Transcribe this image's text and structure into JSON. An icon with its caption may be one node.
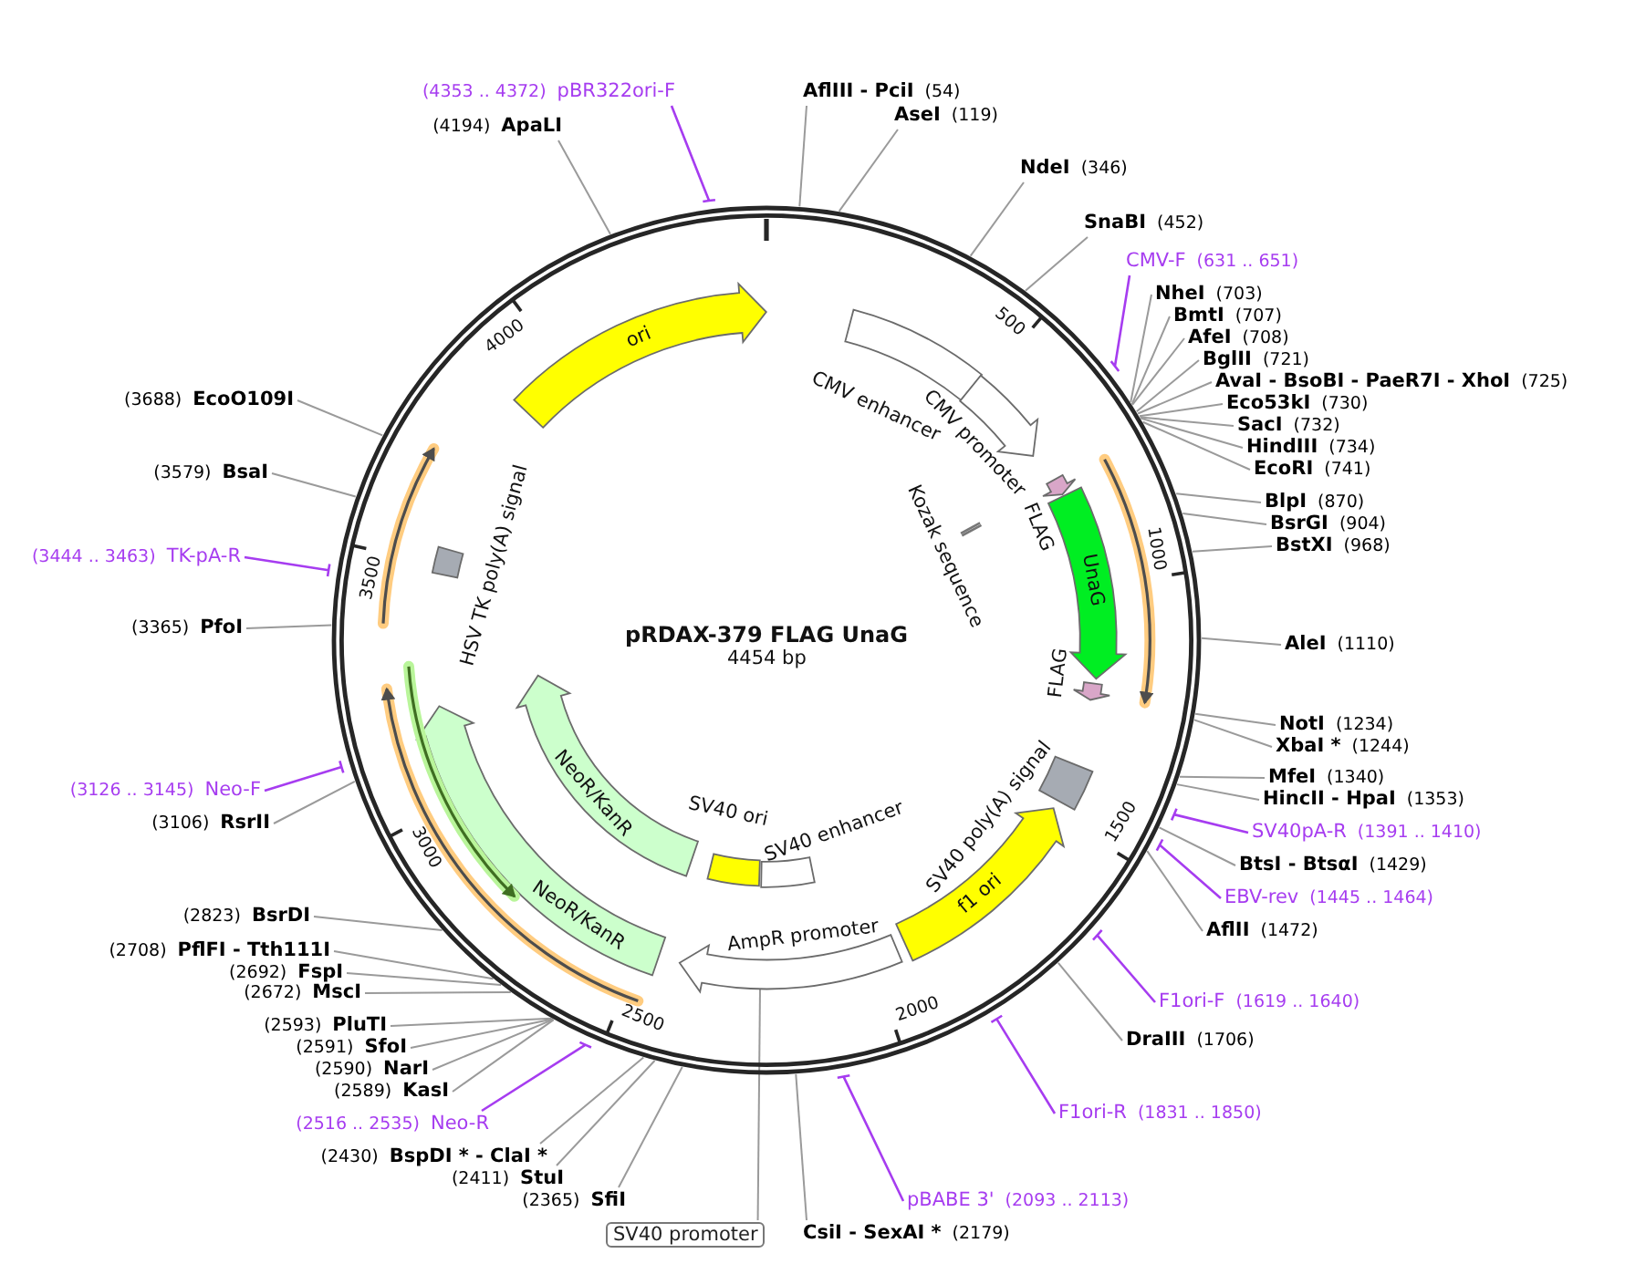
{
  "diagram": {
    "title": "pRDAX-379 FLAG UnaG",
    "nodes": [
      {
        "text": [
          "(4353 .. 4372)",
          "pBR322ori-F"
        ]
      },
      {
        "text": [
          "(4194)",
          "ApaLI"
        ]
      },
      {
        "text": [
          "AflIII - PciI",
          "(54)"
        ]
      },
      {
        "text": [
          "AseI",
          "(119)"
        ]
      },
      {
        "text": [
          "NdeI",
          "(346)"
        ]
      },
      {
        "text": [
          "SnaBI",
          "(452)"
        ]
      },
      {
        "text": [
          "CMV-F",
          "(631 .. 651)"
        ]
      },
      {
        "text": [
          "NheI",
          "(703)"
        ]
      },
      {
        "text": [
          "BmtI",
          "(707)"
        ]
      },
      {
        "text": [
          "AfeI",
          "(708)"
        ]
      },
      {
        "text": [
          "BglII",
          "(721)"
        ]
      },
      {
        "text": [
          "AvaI - BsoBI - PaeR7I - XhoI",
          "(725)"
        ]
      },
      {
        "text": [
          "Eco53kI",
          "(730)"
        ]
      },
      {
        "text": [
          "SacI",
          "(732)"
        ]
      },
      {
        "text": [
          "HindIII",
          "(734)"
        ]
      },
      {
        "text": [
          "EcoRI",
          "(741)"
        ]
      },
      {
        "text": [
          "BlpI",
          "(870)"
        ]
      },
      {
        "text": [
          "BsrGI",
          "(904)"
        ]
      },
      {
        "text": [
          "BstXI",
          "(968)"
        ]
      },
      {
        "text": [
          "AleI",
          "(1110)"
        ]
      },
      {
        "text": [
          "NotI",
          "(1234)"
        ]
      },
      {
        "text": [
          "XbaI *",
          "(1244)"
        ]
      },
      {
        "text": [
          "MfeI",
          "(1340)"
        ]
      },
      {
        "text": [
          "HincII - HpaI",
          "(1353)"
        ]
      },
      {
        "text": [
          "SV40pA-R",
          "(1391 .. 1410)"
        ]
      },
      {
        "text": [
          "BtsI - BtsαI",
          "(1429)"
        ]
      },
      {
        "text": [
          "EBV-rev",
          "(1445 .. 1464)"
        ]
      },
      {
        "text": [
          "AflII",
          "(1472)"
        ]
      },
      {
        "text": [
          "F1ori-F",
          "(1619 .. 1640)"
        ]
      },
      {
        "text": [
          "DraIII",
          "(1706)"
        ]
      },
      {
        "text": [
          "F1ori-R",
          "(1831 .. 1850)"
        ]
      },
      {
        "text": [
          "pBABE 3'",
          "(2093 .. 2113)"
        ]
      },
      {
        "text": [
          "CsiI - SexAI *",
          "(2179)"
        ]
      },
      {
        "text": [
          "SV40 promoter"
        ]
      },
      {
        "text": [
          "(2365)",
          "SfiI"
        ]
      },
      {
        "text": [
          "(2411)",
          "StuI"
        ]
      },
      {
        "text": [
          "(2430)",
          "BspDI * - ClaI *"
        ]
      },
      {
        "text": [
          "(2516 .. 2535)",
          "Neo-R"
        ]
      },
      {
        "text": [
          "(2589)",
          "KasI"
        ]
      },
      {
        "text": [
          "(2590)",
          "NarI"
        ]
      },
      {
        "text": [
          "(2591)",
          "SfoI"
        ]
      },
      {
        "text": [
          "(2593)",
          "PluTI"
        ]
      },
      {
        "text": [
          "(2672)",
          "MscI"
        ]
      },
      {
        "text": [
          "(2692)",
          "FspI"
        ]
      },
      {
        "text": [
          "(2708)",
          "PflFI - Tth111I"
        ]
      },
      {
        "text": [
          "(2823)",
          "BsrDI"
        ]
      },
      {
        "text": [
          "(3106)",
          "RsrII"
        ]
      },
      {
        "text": [
          "(3126 .. 3145)",
          "Neo-F"
        ]
      },
      {
        "text": [
          "(3365)",
          "PfoI"
        ]
      },
      {
        "text": [
          "(3444 .. 3463)",
          "TK-pA-R"
        ]
      },
      {
        "text": [
          "(3579)",
          "BsaI"
        ]
      },
      {
        "text": [
          "(3688)",
          "EcoO109I"
        ]
      },
      {
        "text": [],
        "shape": "circle"
      },
      {
        "text": [
          "ori"
        ],
        "in": 52
      },
      {
        "text": [
          "CMV enhancer"
        ],
        "in": 52
      },
      {
        "text": [
          "CMV promoter"
        ],
        "in": 52
      },
      {
        "text": [
          "FLAG"
        ],
        "in": 52
      },
      {
        "text": [
          "UnaG"
        ],
        "in": 52
      },
      {
        "text": [
          "Kozak sequence"
        ],
        "in": 52
      },
      {
        "text": [
          "FLAG"
        ],
        "in": 52
      },
      {
        "text": [
          "SV40 poly(A) signal"
        ],
        "in": 52
      },
      {
        "text": [
          "f1 ori"
        ],
        "in": 52
      },
      {
        "text": [
          "AmpR promoter"
        ],
        "in": 52
      },
      {
        "text": [
          "SV40 enhancer"
        ],
        "in": 52
      },
      {
        "text": [
          "SV40 ori"
        ],
        "in": 52
      },
      {
        "text": [
          "NeoR/KanR"
        ],
        "in": 52
      },
      {
        "text": [
          "NeoR/KanR"
        ],
        "in": 52
      },
      {
        "text": [
          "HSV TK poly(A) signal"
        ],
        "in": 52
      },
      {
        "text": [],
        "shape": "arrow",
        "in": 52
      },
      {
        "text": [],
        "shape": "arrow",
        "in": 52
      },
      {
        "text": [],
        "shape": "arrow",
        "in": 52
      },
      {
        "text": [],
        "shape": "arrow",
        "in": 52
      }
    ],
    "edges": [
      {
        "from": 0,
        "to": 52,
        "arrow": "none",
        "color": "#a63cf0"
      },
      {
        "from": 1,
        "to": 52,
        "arrow": "none"
      },
      {
        "from": 2,
        "to": 52,
        "arrow": "none"
      },
      {
        "from": 3,
        "to": 52,
        "arrow": "none"
      },
      {
        "from": 4,
        "to": 52,
        "arrow": "none"
      },
      {
        "from": 5,
        "to": 52,
        "arrow": "none"
      },
      {
        "from": 6,
        "to": 52,
        "arrow": "none",
        "color": "#a63cf0"
      },
      {
        "from": 7,
        "to": 52,
        "arrow": "none"
      },
      {
        "from": 8,
        "to": 52,
        "arrow": "none"
      },
      {
        "from": 9,
        "to": 52,
        "arrow": "none"
      },
      {
        "from": 10,
        "to": 52,
        "arrow": "none"
      },
      {
        "from": 11,
        "to": 52,
        "arrow": "none"
      },
      {
        "from": 12,
        "to": 52,
        "arrow": "none"
      },
      {
        "from": 13,
        "to": 52,
        "arrow": "none"
      },
      {
        "from": 14,
        "to": 52,
        "arrow": "none"
      },
      {
        "from": 15,
        "to": 52,
        "arrow": "none"
      },
      {
        "from": 16,
        "to": 52,
        "arrow": "none"
      },
      {
        "from": 17,
        "to": 52,
        "arrow": "none"
      },
      {
        "from": 18,
        "to": 52,
        "arrow": "none"
      },
      {
        "from": 19,
        "to": 52,
        "arrow": "none"
      },
      {
        "from": 20,
        "to": 52,
        "arrow": "none"
      },
      {
        "from": 21,
        "to": 52,
        "arrow": "none"
      },
      {
        "from": 22,
        "to": 52,
        "arrow": "none"
      },
      {
        "from": 23,
        "to": 52,
        "arrow": "none"
      },
      {
        "from": 24,
        "to": 52,
        "arrow": "none",
        "color": "#a63cf0"
      },
      {
        "from": 25,
        "to": 52,
        "arrow": "none"
      },
      {
        "from": 26,
        "to": 52,
        "arrow": "none",
        "color": "#a63cf0"
      },
      {
        "from": 27,
        "to": 52,
        "arrow": "none"
      },
      {
        "from": 28,
        "to": 52,
        "arrow": "none",
        "color": "#a63cf0"
      },
      {
        "from": 29,
        "to": 52,
        "arrow": "none"
      },
      {
        "from": 30,
        "to": 52,
        "arrow": "none",
        "color": "#a63cf0"
      },
      {
        "from": 31,
        "to": 52,
        "arrow": "none",
        "color": "#a63cf0"
      },
      {
        "from": 32,
        "to": 52,
        "arrow": "none"
      },
      {
        "from": 33,
        "to": 62,
        "arrow": "none"
      },
      {
        "from": 34,
        "to": 52,
        "arrow": "none"
      },
      {
        "from": 35,
        "to": 52,
        "arrow": "none"
      },
      {
        "from": 36,
        "to": 52,
        "arrow": "none"
      },
      {
        "from": 37,
        "to": 52,
        "arrow": "none",
        "color": "#a63cf0"
      },
      {
        "from": 38,
        "to": 52,
        "arrow": "none"
      },
      {
        "from": 39,
        "to": 52,
        "arrow": "none"
      },
      {
        "from": 40,
        "to": 52,
        "arrow": "none"
      },
      {
        "from": 41,
        "to": 52,
        "arrow": "none"
      },
      {
        "from": 42,
        "to": 52,
        "arrow": "none"
      },
      {
        "from": 43,
        "to": 52,
        "arrow": "none"
      },
      {
        "from": 44,
        "to": 52,
        "arrow": "none"
      },
      {
        "from": 45,
        "to": 52,
        "arrow": "none"
      },
      {
        "from": 46,
        "to": 52,
        "arrow": "none"
      },
      {
        "from": 47,
        "to": 52,
        "arrow": "none",
        "color": "#a63cf0"
      },
      {
        "from": 48,
        "to": 52,
        "arrow": "none"
      },
      {
        "from": 49,
        "to": 52,
        "arrow": "none",
        "color": "#a63cf0"
      },
      {
        "from": 50,
        "to": 52,
        "arrow": "none"
      },
      {
        "from": 51,
        "to": 52,
        "arrow": "none"
      }
    ],
    "labels": [
      "4454 bp",
      "500",
      "1000",
      "1500",
      "2000",
      "2500",
      "3000",
      "3500",
      "4000"
    ]
  }
}
